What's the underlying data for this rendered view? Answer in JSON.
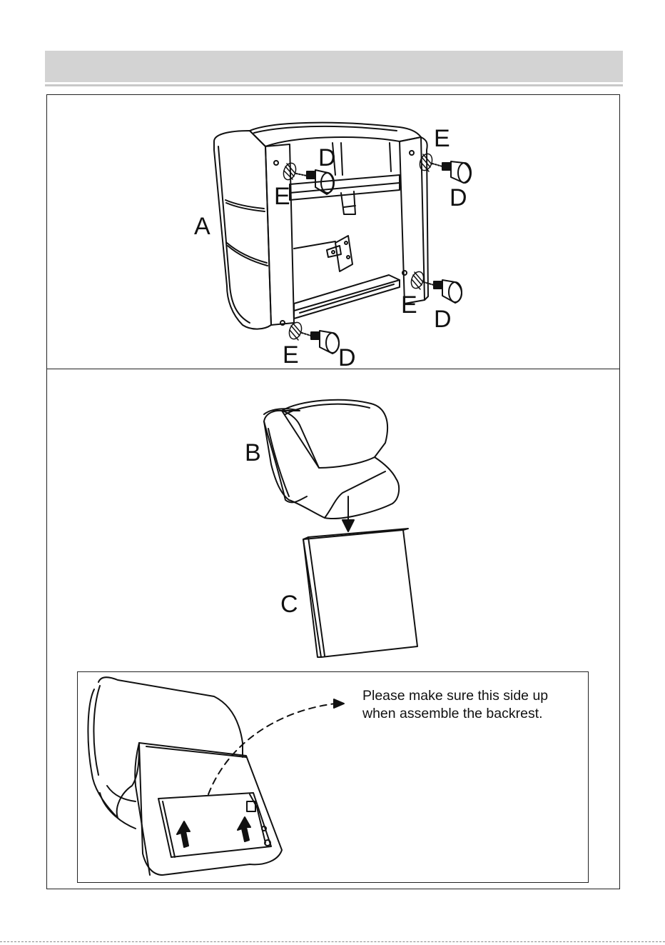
{
  "header": {
    "title": ""
  },
  "step1": {
    "labels": {
      "a": "A",
      "d1": "D",
      "d2": "D",
      "d3": "D",
      "d4": "D",
      "e1": "E",
      "e2": "E",
      "e3": "E",
      "e4": "E"
    }
  },
  "step2": {
    "labels": {
      "b": "B",
      "c": "C"
    },
    "note": {
      "line1": "Please make sure this side up",
      "line2": "when assemble the backrest."
    }
  }
}
